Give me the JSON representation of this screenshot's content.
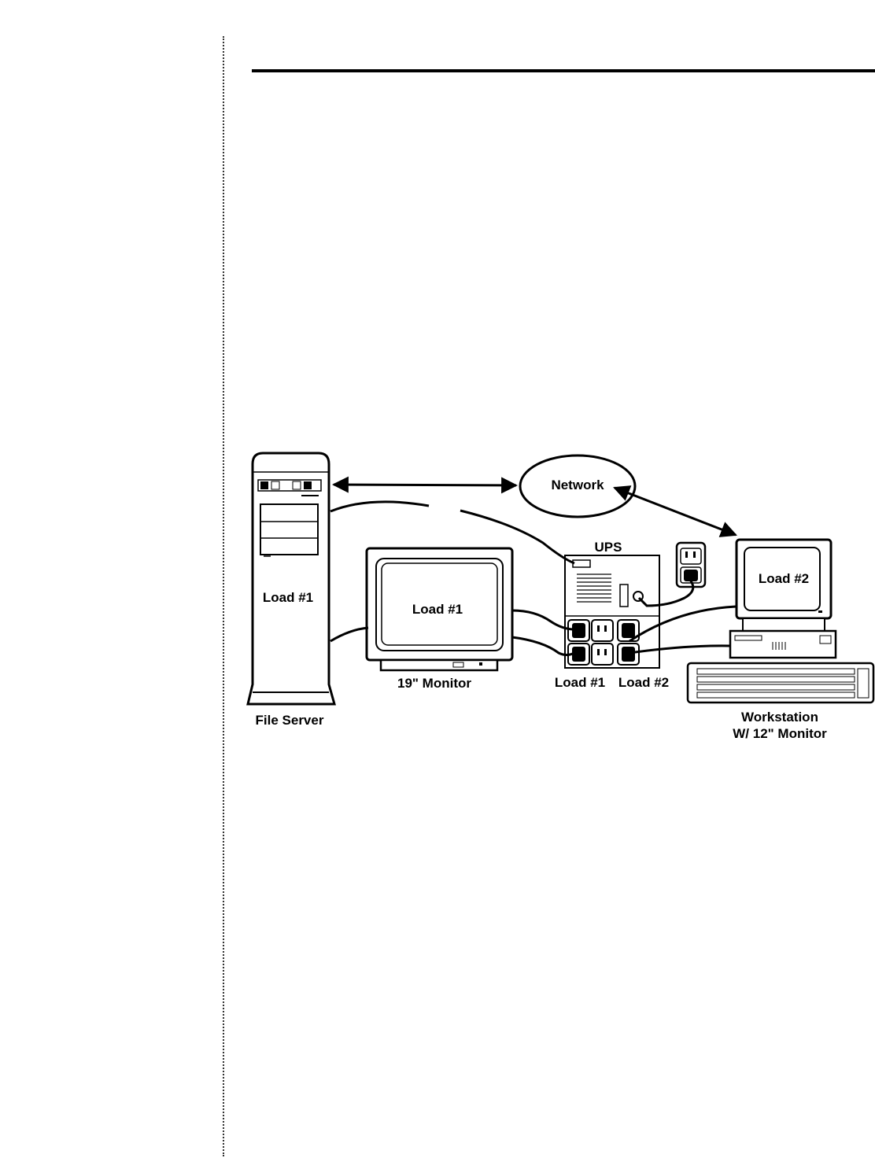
{
  "diagram": {
    "network_label": "Network",
    "ups_label": "UPS",
    "server_load_label": "Load #1",
    "monitor_load_label": "Load #1",
    "workstation_screen_label": "Load #2",
    "monitor_caption": "19\" Monitor",
    "ups_load1_caption": "Load #1",
    "ups_load2_caption": "Load #2",
    "server_caption": "File Server",
    "workstation_caption_line1": "Workstation",
    "workstation_caption_line2": "W/ 12\" Monitor"
  }
}
